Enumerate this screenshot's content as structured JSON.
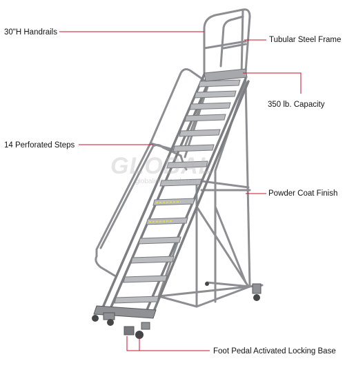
{
  "callouts": {
    "handrails": "30\"H Handrails",
    "frame": "Tubular Steel Frame",
    "capacity": "350 lb. Capacity",
    "steps": "14 Perforated Steps",
    "finish": "Powder Coat Finish",
    "base": "Foot Pedal Activated Locking Base"
  },
  "watermark": {
    "brand": "GLOBAL",
    "site": "globalindustrial.com"
  },
  "colors": {
    "leader": "#c8102e",
    "steel": "#9a9ca0",
    "steel_dark": "#6d6f73",
    "tread": "#b9bbbf",
    "highlight": "#e2e23a"
  }
}
